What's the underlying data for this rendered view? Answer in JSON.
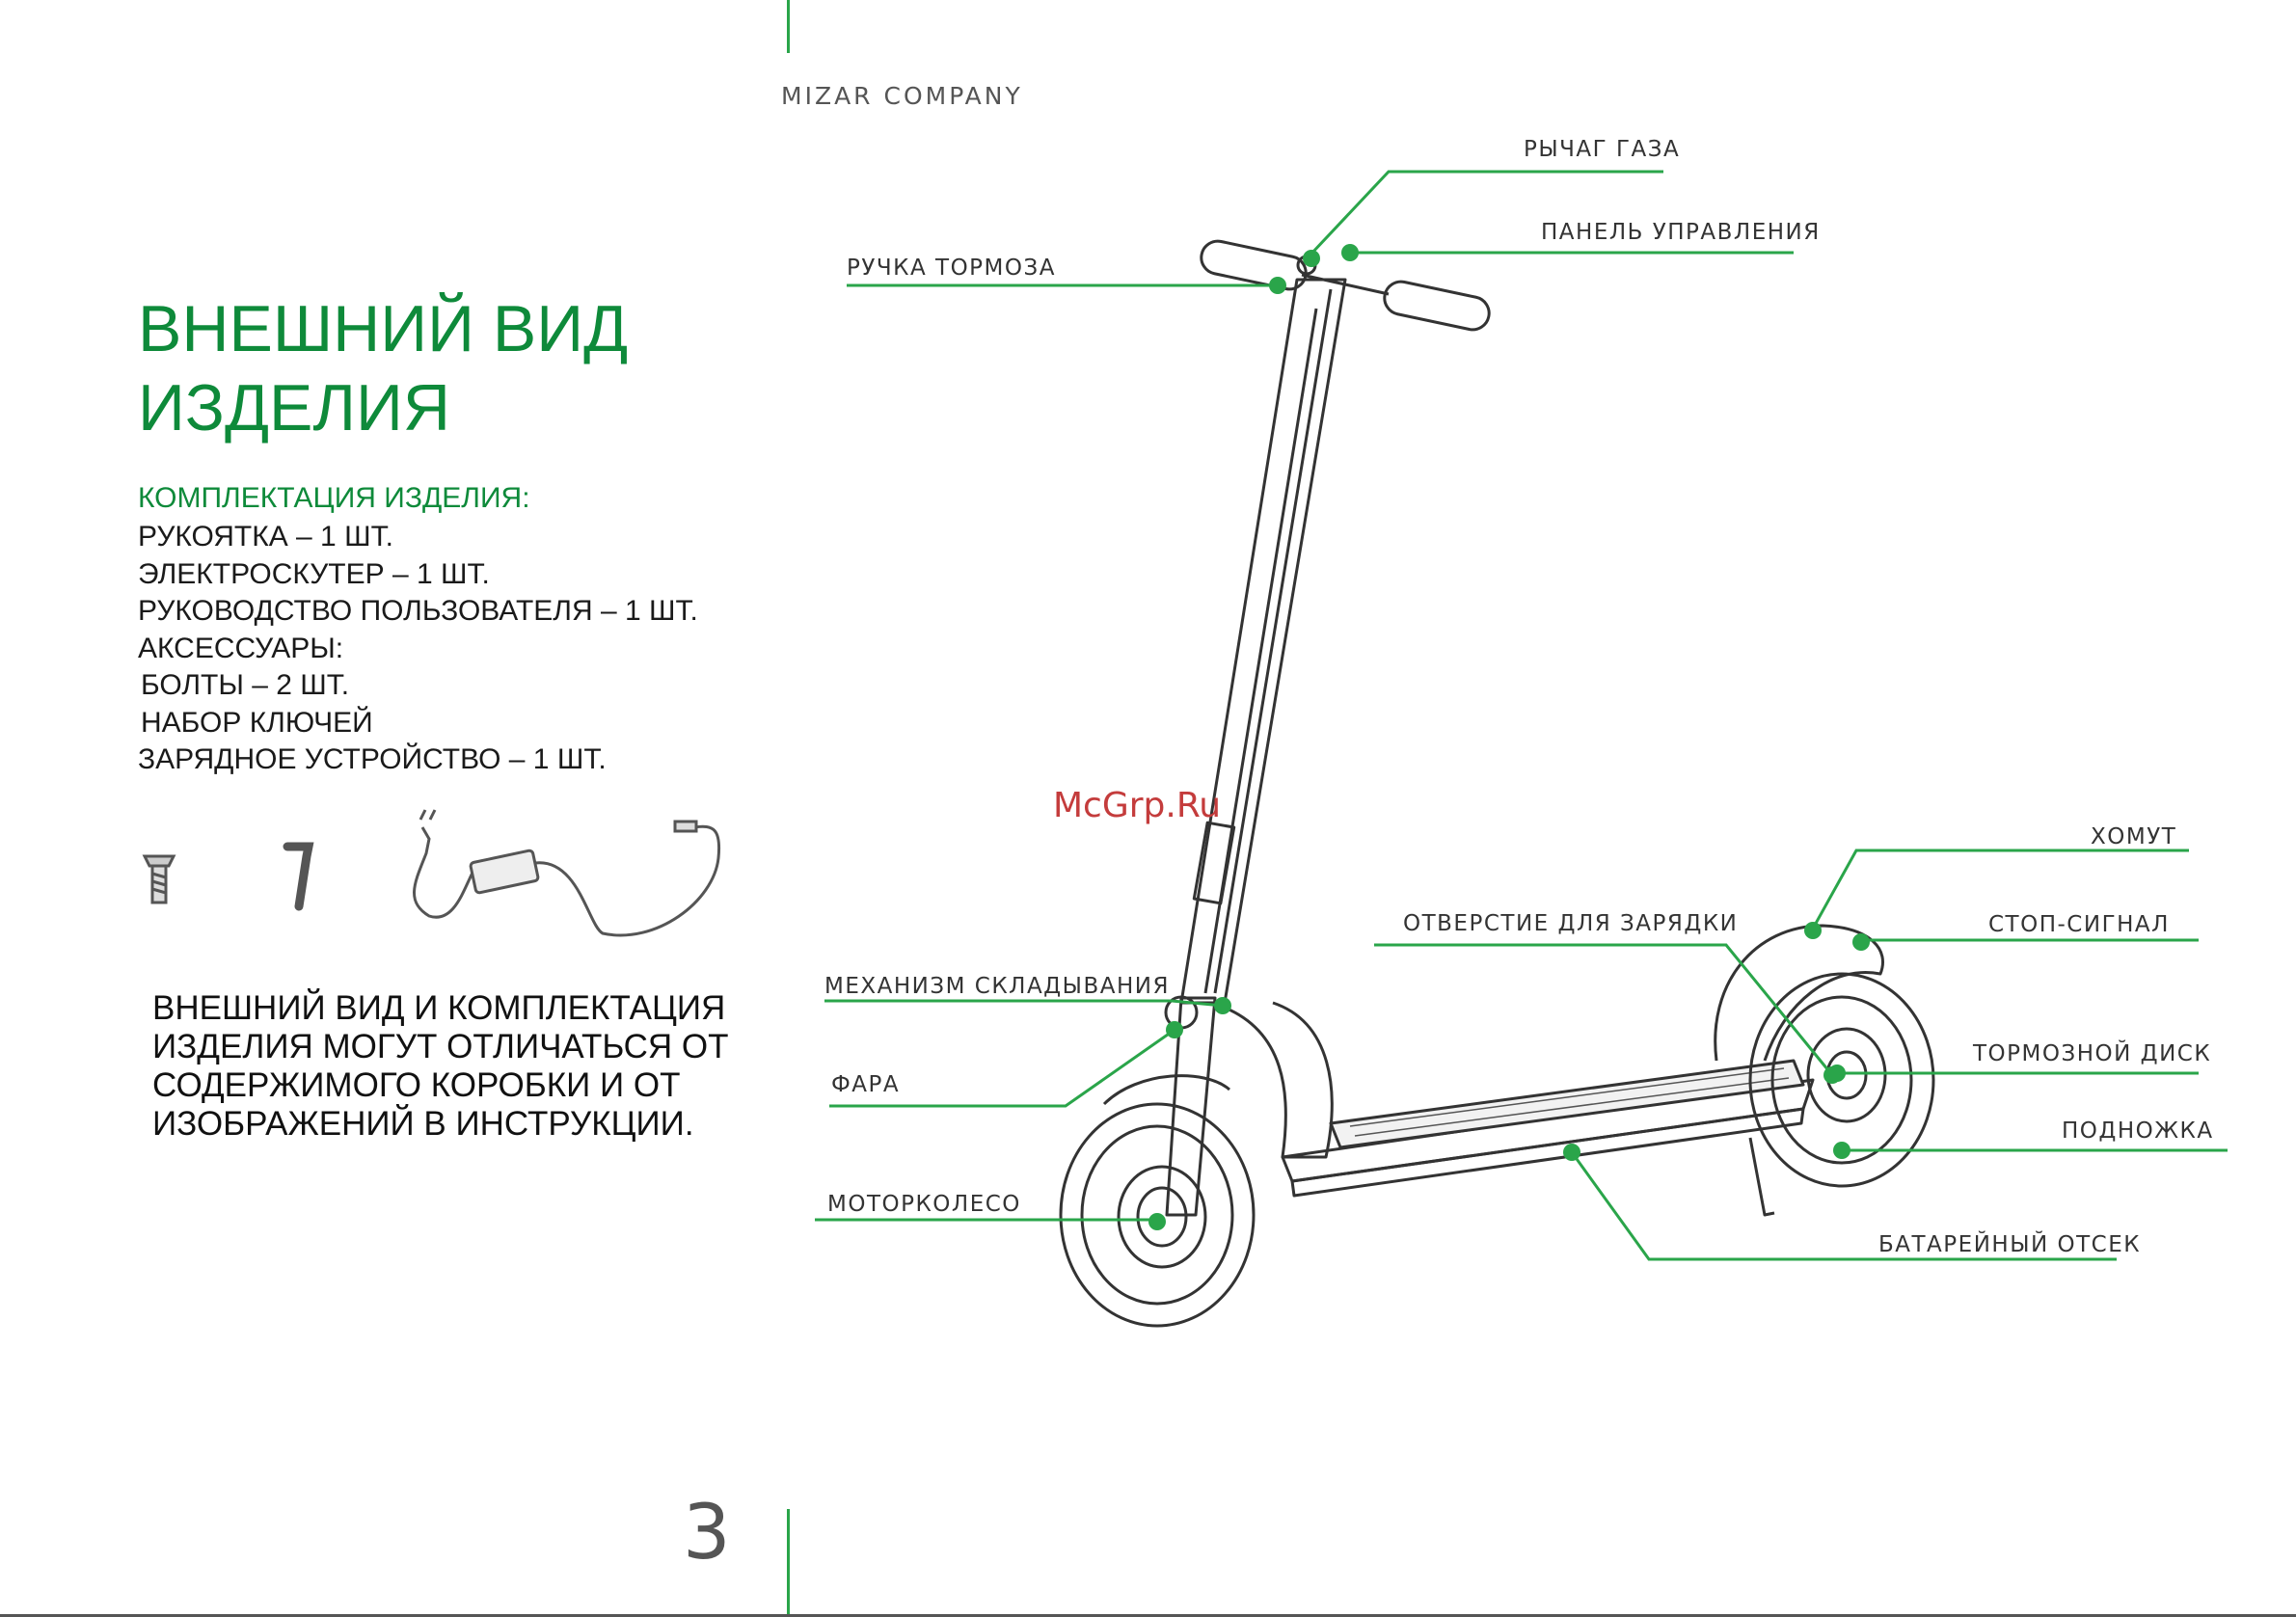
{
  "header": {
    "company": "MIZAR COMPANY"
  },
  "title": {
    "line1": "ВНЕШНИЙ ВИД",
    "line2": "ИЗДЕЛИЯ"
  },
  "kit": {
    "heading": "КОМПЛЕКТАЦИЯ ИЗДЕЛИЯ:",
    "items": [
      "РУКОЯТКА – 1 ШТ.",
      "ЭЛЕКТРОСКУТЕР – 1 ШТ.",
      "РУКОВОДСТВО ПОЛЬЗОВАТЕЛЯ – 1 ШТ.",
      "АКСЕССУАРЫ:",
      "БОЛТЫ – 2 ШТ.",
      "НАБОР КЛЮЧЕЙ",
      "ЗАРЯДНОЕ УСТРОЙСТВО – 1 ШТ."
    ]
  },
  "note": {
    "lines": [
      "ВНЕШНИЙ ВИД И КОМПЛЕКТАЦИЯ",
      "ИЗДЕЛИЯ МОГУТ ОТЛИЧАТЬСЯ ОТ",
      "СОДЕРЖИМОГО КОРОБКИ И ОТ",
      "ИЗОБРАЖЕНИЙ В ИНСТРУКЦИИ."
    ]
  },
  "labels": {
    "throttle": "РЫЧАГ ГАЗА",
    "control_panel": "ПАНЕЛЬ УПРАВЛЕНИЯ",
    "brake_handle": "РУЧКА ТОРМОЗА",
    "clamp": "ХОМУТ",
    "charge_port": "ОТВЕРСТИЕ ДЛЯ ЗАРЯДКИ",
    "stop_signal": "СТОП-СИГНАЛ",
    "folding": "МЕХАНИЗМ СКЛАДЫВАНИЯ",
    "headlight": "ФАРА",
    "brake_disc": "ТОРМОЗНОЙ ДИСК",
    "kickstand": "ПОДНОЖКА",
    "motor_wheel": "МОТОРКОЛЕСО",
    "battery": "БАТАРЕЙНЫЙ ОТСЕК"
  },
  "watermark": "McGrp.Ru",
  "page_number": "3",
  "colors": {
    "accent": "#2aa54a",
    "title_green": "#0e8a3a",
    "watermark": "#c43c3c"
  },
  "icons": [
    "bolt-icon",
    "hex-key-icon",
    "charger-icon"
  ]
}
